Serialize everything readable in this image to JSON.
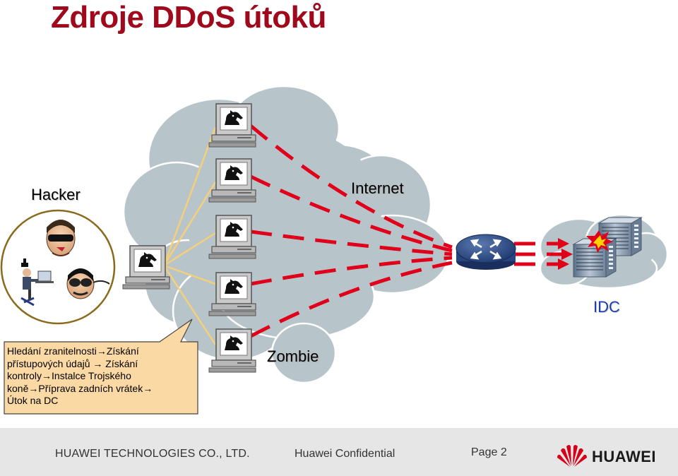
{
  "slide": {
    "title": "Zdroje DDoS útoků"
  },
  "labels": {
    "hacker": "Hacker",
    "internet": "Internet",
    "idc": "IDC",
    "zombie": "Zombie"
  },
  "callout": {
    "lines": [
      "Hledání zranitelnosti→Získání",
      "přístupových údajů → Získání",
      "kontroly→Instalce Trojského",
      "koně→Příprava zadních vrátek→",
      "Útok na DC"
    ]
  },
  "footer": {
    "company": "HUAWEI TECHNOLOGIES CO., LTD.",
    "confidential": "Huawei Confidential",
    "page": "Page 2",
    "brand": "HUAWEI"
  },
  "colors": {
    "title": "#a0081c",
    "attack_lines": "#e0001a",
    "control_lines": "#f5cf7a",
    "cloud": "#b7c5cb",
    "callout_fill": "#fbd9a4",
    "idc_text": "#1a3fb0",
    "footer_band": "#e6e6e6",
    "logo_red": "#d7001a"
  },
  "icons": [
    "trojan-horse-icon",
    "router-icon",
    "server-rack-icon",
    "explosion-icon",
    "huawei-logo-icon",
    "hacker-face-icon",
    "masked-hacker-icon",
    "seated-hacker-icon"
  ]
}
